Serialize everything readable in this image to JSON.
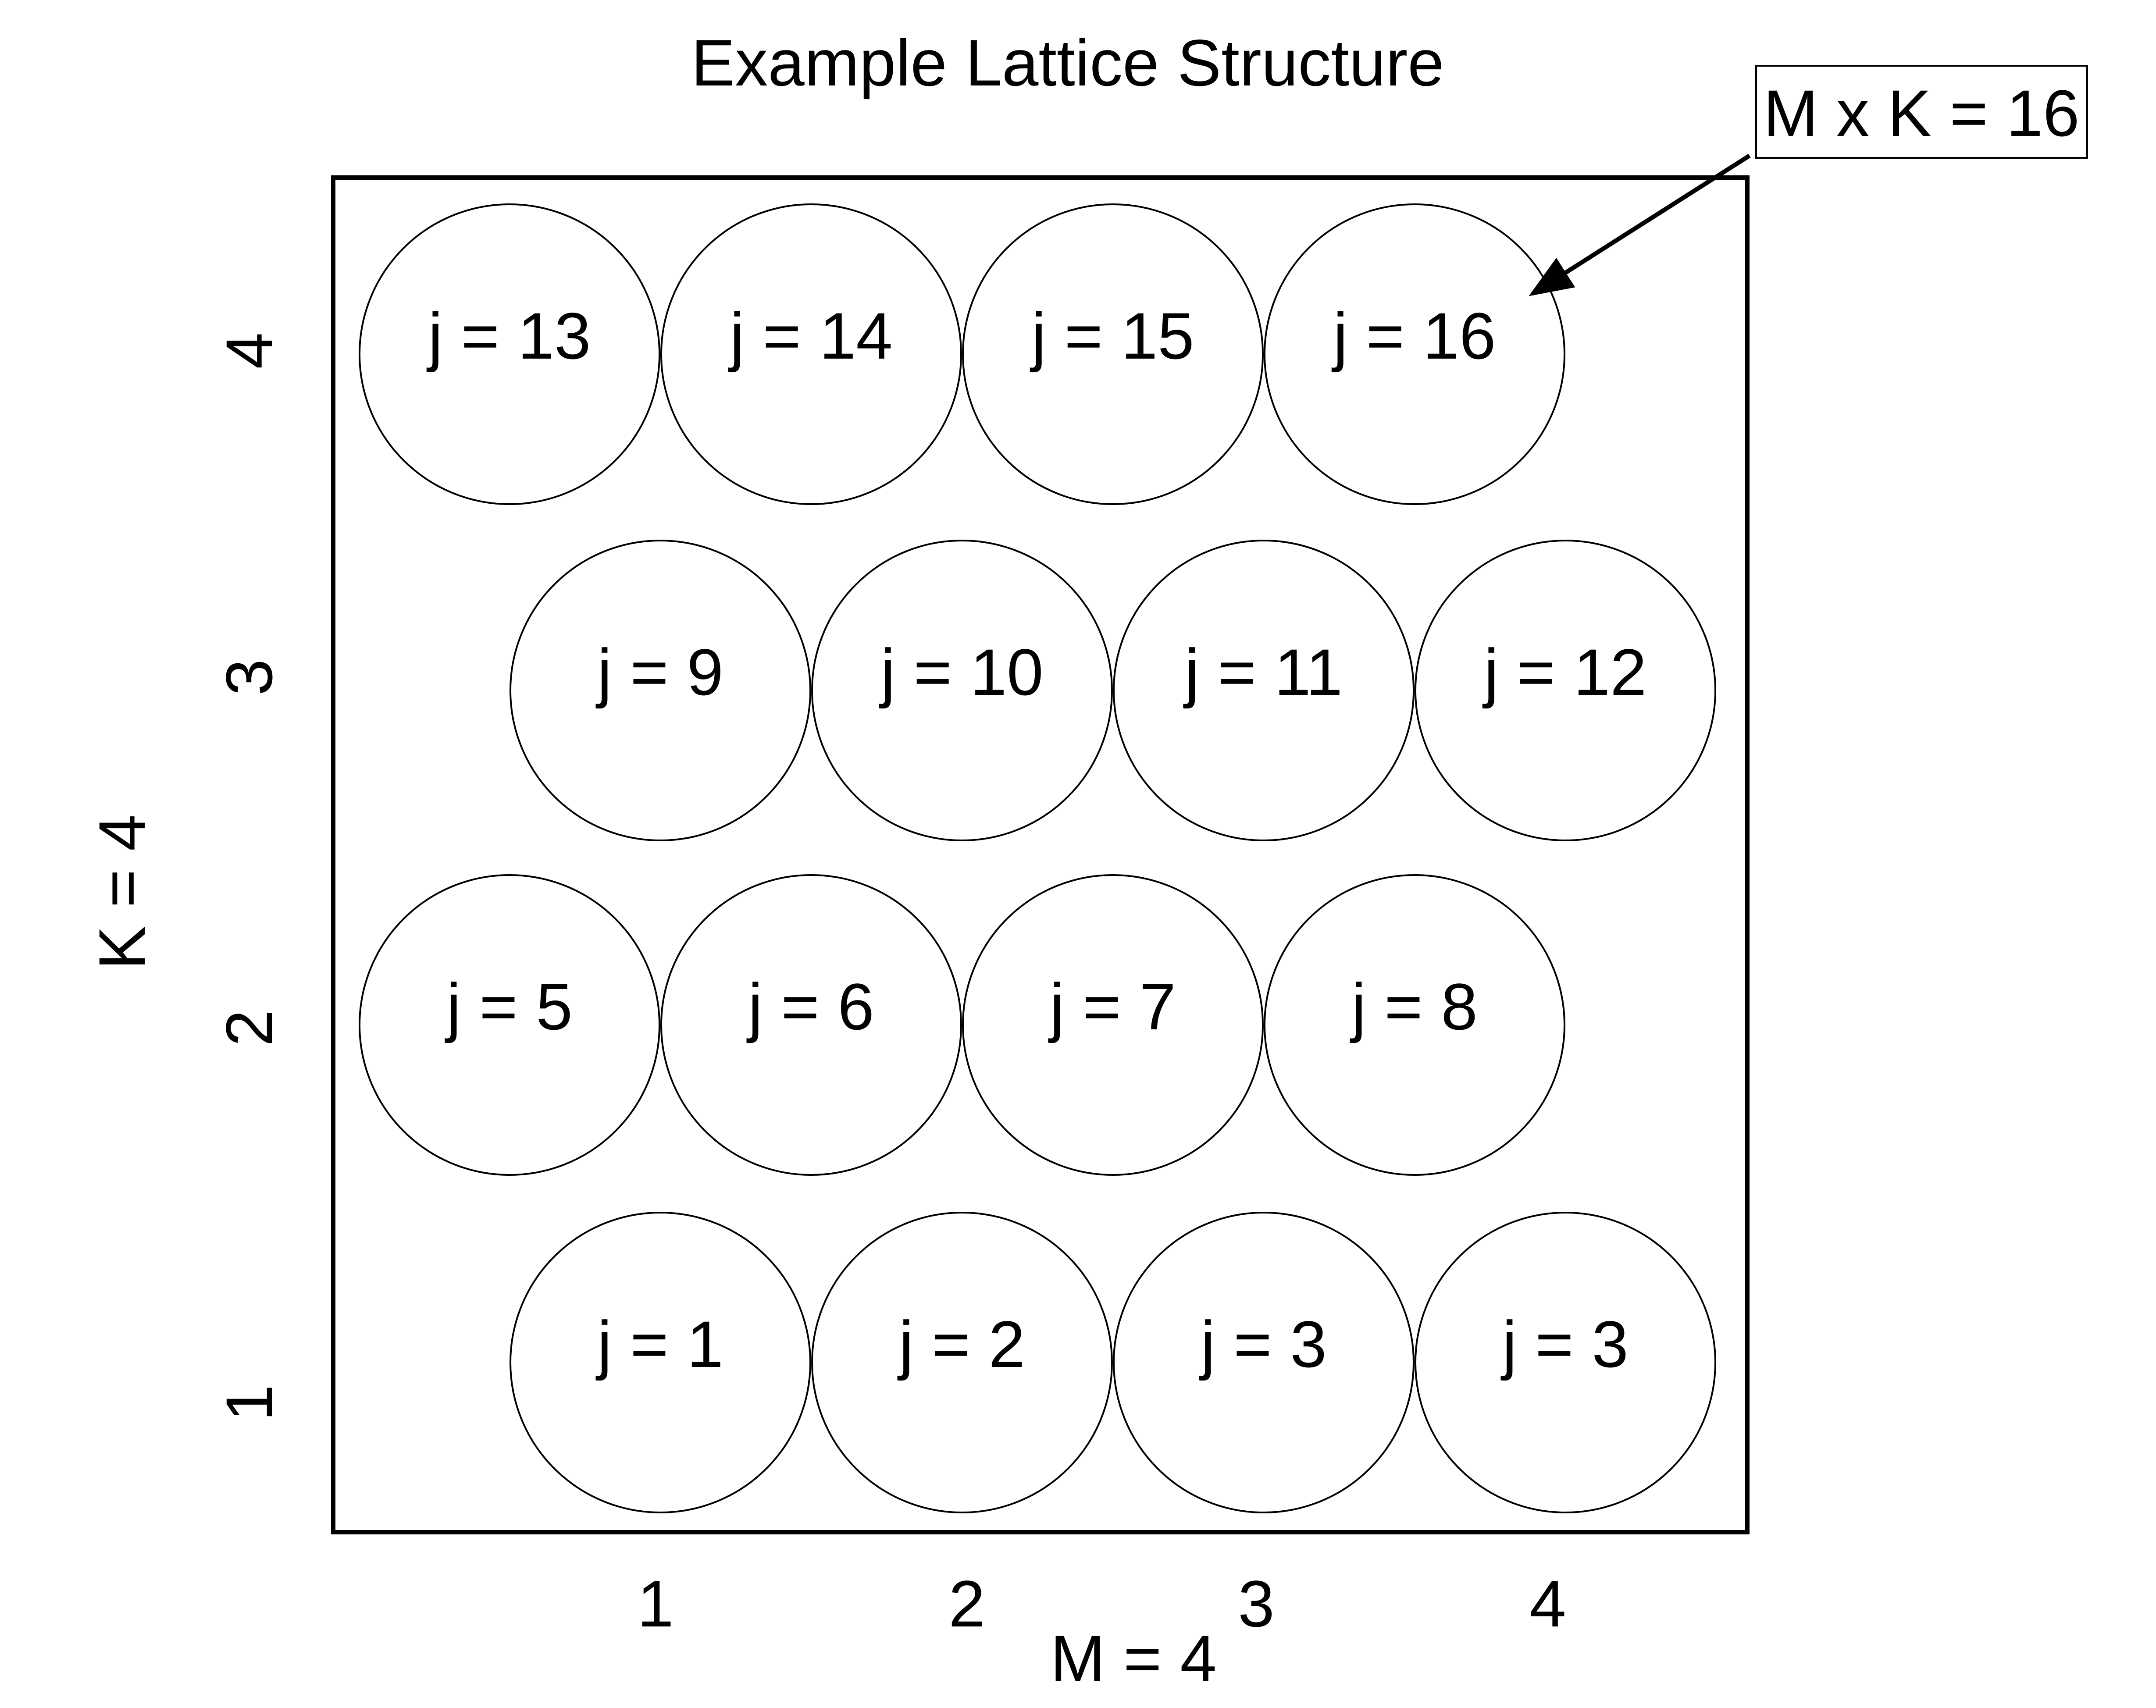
{
  "title": "Example Lattice Structure",
  "annotation": "M x K = 16",
  "x_axis": {
    "label": "M = 4",
    "ticks": [
      "1",
      "2",
      "3",
      "4"
    ]
  },
  "y_axis": {
    "label": "K = 4",
    "ticks": [
      "1",
      "2",
      "3",
      "4"
    ]
  },
  "rows": [
    {
      "row": 1,
      "offset": "shifted",
      "cells": [
        "j = 1",
        "j = 2",
        "j = 3",
        "j = 3"
      ]
    },
    {
      "row": 2,
      "offset": "aligned",
      "cells": [
        "j = 5",
        "j = 6",
        "j = 7",
        "j = 8"
      ]
    },
    {
      "row": 3,
      "offset": "shifted",
      "cells": [
        "j = 9",
        "j = 10",
        "j = 11",
        "j = 12"
      ]
    },
    {
      "row": 4,
      "offset": "aligned",
      "cells": [
        "j = 13",
        "j = 14",
        "j = 15",
        "j = 16"
      ]
    }
  ],
  "colors": {
    "stroke": "#000000",
    "background": "#ffffff"
  }
}
